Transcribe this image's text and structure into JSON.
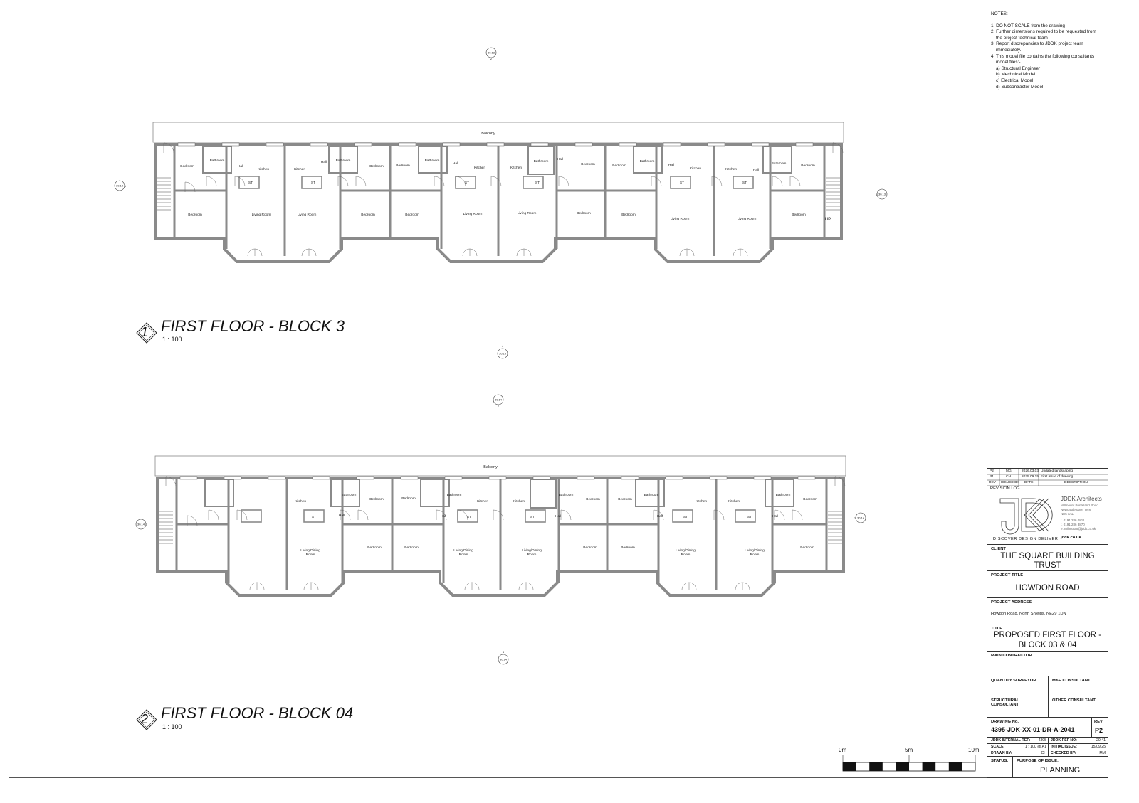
{
  "notes": {
    "heading": "NOTES:",
    "items": [
      "1. DO NOT SCALE from the drawing",
      "2. Further dimensions required to be requested from",
      "the project technical team",
      "3. Report discrepancies to JDDK project team",
      "immediately.",
      "4. This model file contains the following consultants",
      "model files:-"
    ],
    "sub_items": [
      "a) Structural Engineer",
      "b) Mechnical Model",
      "c) Electrical Model",
      "d) Subcontractor Model"
    ]
  },
  "views": [
    {
      "number": "1",
      "title": "FIRST FLOOR - BLOCK 3",
      "scale": "1 : 100",
      "balcony": "Balcony",
      "section_ref": "30.13",
      "section_nums": [
        "2",
        "1",
        "1",
        "4"
      ],
      "stair_label": "UP",
      "rooms": [
        "Bedroom",
        "Bathroom",
        "Hall",
        "Kitchen",
        "Kitchen",
        "Hall",
        "Bathroom",
        "Bedroom",
        "Bedroom",
        "Bathroom",
        "Hall",
        "Kitchen",
        "Kitchen",
        "Bathroom",
        "Hall",
        "Bedroom",
        "Bedroom",
        "Bathroom",
        "Hall",
        "Kitchen",
        "Kitchen",
        "Hall",
        "Bathroom",
        "Bedroom",
        "ST",
        "ST",
        "ST",
        "ST",
        "ST",
        "ST",
        "Bedroom",
        "Living Room",
        "Living Room",
        "Bedroom",
        "Bedroom",
        "Living Room",
        "Living Room",
        "Bedroom",
        "Bedroom",
        "Living Room",
        "Living Room",
        "Bedroom"
      ]
    },
    {
      "number": "2",
      "title": "FIRST FLOOR - BLOCK 04",
      "scale": "1 : 100",
      "balcony": "Balcony",
      "section_ref": "30.14",
      "section_nums": [
        "2",
        "1",
        "2",
        "4"
      ],
      "rooms": [
        "Bathroom",
        "Bedroom",
        "Bedroom",
        "Bathroom",
        "Kitchen",
        "Kitchen",
        "Bathroom",
        "Bedroom",
        "Bedroom",
        "Bathroom",
        "Kitchen",
        "Kitchen",
        "Bathroom",
        "Bedroom",
        "Kitchen",
        "Hall",
        "Hall",
        "Hall",
        "Hall",
        "Hall",
        "ST",
        "ST",
        "ST",
        "ST",
        "ST",
        "Living/Dining Room",
        "Bedroom",
        "Bedroom",
        "Living/Dining Room",
        "Living/Dining Room",
        "Bedroom",
        "Bedroom",
        "Living/Dining Room",
        "Living/Dining Room",
        "Bedroom"
      ]
    }
  ],
  "scale_bar": {
    "labels": [
      "0m",
      "5m",
      "10m"
    ]
  },
  "revisions": {
    "rows": [
      [
        "P2",
        "MG",
        "2026.03.03",
        "Updated landscaping"
      ],
      [
        "P1",
        "CH",
        "2025.09.15",
        "First issue of drawing"
      ]
    ],
    "headers": [
      "REV",
      "ISSUED BY",
      "DATE",
      "DESCRIPTION"
    ],
    "title": "REVISION LOG"
  },
  "company": {
    "name": "JDDK Architects",
    "logo_text": "JDK",
    "tagline": "DISCOVER DESIGN DELIVER",
    "address": [
      "Millmount  Ponteland Road",
      "Newcastle upon Tyne",
      "NE5 3AL"
    ],
    "tel": "t. 0191 286 0811",
    "fax": "f. 0191 286 3870",
    "email": "e. millmount@jddk.co.uk",
    "web": "jddk.co.uk"
  },
  "title_block": {
    "client_label": "CLIENT",
    "client": [
      "THE SQUARE BUILDING",
      "TRUST"
    ],
    "project_title_label": "PROJECT TITLE",
    "project_title": "HOWDON ROAD",
    "project_address_label": "PROJECT ADDRESS",
    "project_address": "Howdon Road, North Shields, NE29 1DN",
    "title_label": "TITLE",
    "title": [
      "PROPOSED FIRST FLOOR -",
      "BLOCK 03 & 04"
    ],
    "main_contractor_label": "MAIN CONTRACTOR",
    "qs_label": "QUANTITY SURVEYOR",
    "me_label": "M&E CONSULTANT",
    "structural_label": "STRUCTURAL CONSULTANT",
    "other_label": "OTHER CONSULTANT",
    "drawing_no_label": "DRAWING No.",
    "drawing_no": "4395-JDK-XX-01-DR-A-2041",
    "rev_label": "REV",
    "rev": "P2",
    "internal_ref_label": "JDDK INTERNAL REF:",
    "internal_ref": "4395",
    "ref_no_label": "JDDK REF NO:",
    "ref_no": "20.41",
    "scale_label": "SCALE:",
    "scale": "1 : 100 @ A1",
    "initial_issue_label": "INITIAL ISSUE:",
    "initial_issue": "15/09/25",
    "drawn_by_label": "DRAWN BY:",
    "drawn_by": "CH",
    "checked_by_label": "CHECKED BY:",
    "checked_by": "MM",
    "status_label": "STATUS:",
    "purpose_label": "PURPOSE OF ISSUE:",
    "purpose": "PLANNING"
  }
}
